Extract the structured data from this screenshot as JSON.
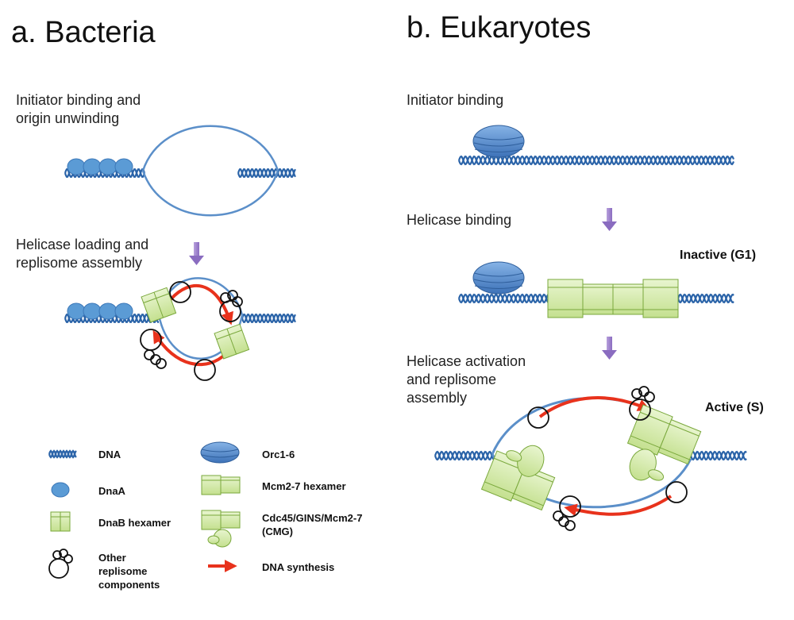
{
  "panels": {
    "bacteria": {
      "title": "a. Bacteria",
      "step1": [
        "Initiator binding and",
        "origin unwinding"
      ],
      "step2": [
        "Helicase loading and",
        "replisome assembly"
      ]
    },
    "eukaryotes": {
      "title": "b. Eukaryotes",
      "step1": "Initiator binding",
      "step2": "Helicase binding",
      "step3": [
        "Helicase activation",
        "and replisome",
        "assembly"
      ],
      "state_g1": "Inactive (G1)",
      "state_s": "Active (S)"
    }
  },
  "legend": {
    "dna": "DNA",
    "dnaa": "DnaA",
    "dnab": "DnaB hexamer",
    "other": [
      "Other",
      "replisome",
      "components"
    ],
    "orc": "Orc1-6",
    "mcm": "Mcm2-7 hexamer",
    "cmg": [
      "Cdc45/GINS/Mcm2-7",
      "(CMG)"
    ],
    "synthesis": "DNA synthesis"
  },
  "colors": {
    "dna": "#2a63a8",
    "dnaa": "#5b9bd5",
    "helicase": "#d6ecb0",
    "helicase_edge": "#7aa83c",
    "synthesis": "#e8321c",
    "arrow": "#9b7fc4"
  }
}
